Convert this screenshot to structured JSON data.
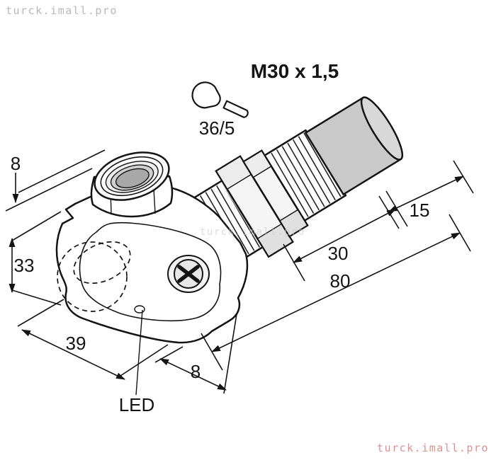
{
  "watermarks": {
    "top_left": "turck.imall.pro",
    "center": "turck.imall.pro",
    "bottom_right": "turck.imall.pro"
  },
  "labels": {
    "thread_spec": "M30 x 1,5",
    "wrench_size": "36/5",
    "led": "LED"
  },
  "dimensions": {
    "connector_height_mm": "8",
    "body_height_mm": "33",
    "body_width_mm": "39",
    "flange_offset_mm": "8",
    "tip_length_mm": "15",
    "thread_length_mm": "30",
    "overall_length_mm": "80"
  },
  "colors": {
    "line": "#141414",
    "body_fill": "#ffffff",
    "metal_gray": "#c9c9c9",
    "endcap_gray": "#d8d8d8",
    "nut_gray": "#f5f5f5",
    "watermark_gray": "#b8b8b8",
    "watermark_pink": "#dd9090"
  }
}
